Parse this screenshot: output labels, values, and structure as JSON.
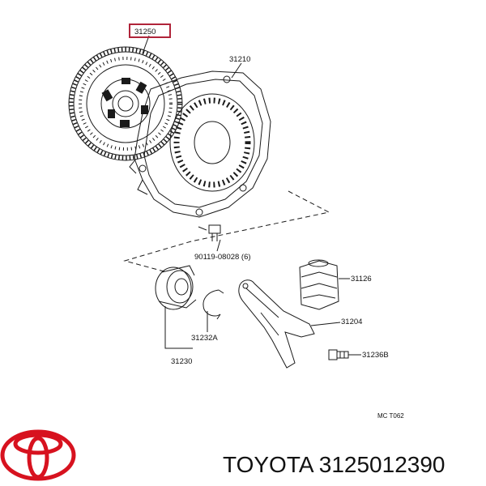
{
  "diagram": {
    "parts": {
      "clutch_disc": "31250",
      "pressure_plate": "31210",
      "bolt": "90119-08028 (6)",
      "boot": "31126",
      "release_fork": "31204",
      "release_bearing": "31230",
      "bearing_clip": "31232A",
      "pivot_stud": "31236B"
    },
    "code": "MC  T062"
  },
  "footer": {
    "brand_text": "TOYOTA 3125012390"
  },
  "colors": {
    "highlight": "#b0243a",
    "toyota_red": "#d7121f"
  }
}
